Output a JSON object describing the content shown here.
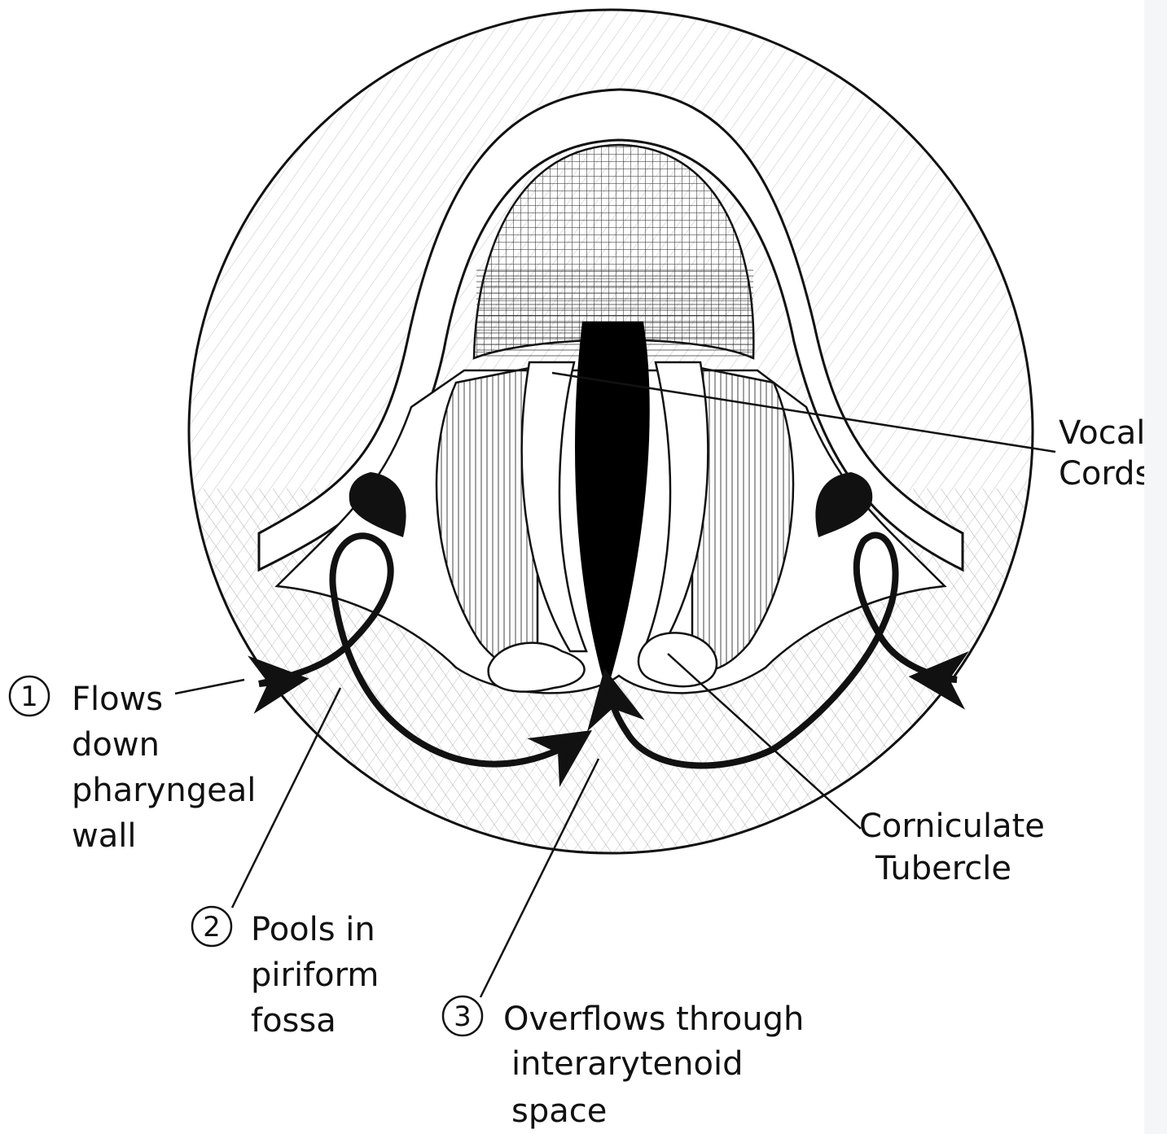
{
  "labels": {
    "vocal_cords": [
      "Vocal",
      "Cords"
    ],
    "corniculate_tubercle": [
      "Corniculate",
      "Tubercle"
    ],
    "step1": {
      "number": "1",
      "lines": [
        "Flows",
        "down",
        "pharyngeal",
        "wall"
      ]
    },
    "step2": {
      "number": "2",
      "lines": [
        "Pools in",
        "piriform",
        "fossa"
      ]
    },
    "step3": {
      "number": "3",
      "lines": [
        "Overflows through",
        "interarytenoid",
        "space"
      ]
    }
  },
  "colors": {
    "ink": "#111111",
    "background": "#ffffff",
    "glottis": "#000000"
  }
}
